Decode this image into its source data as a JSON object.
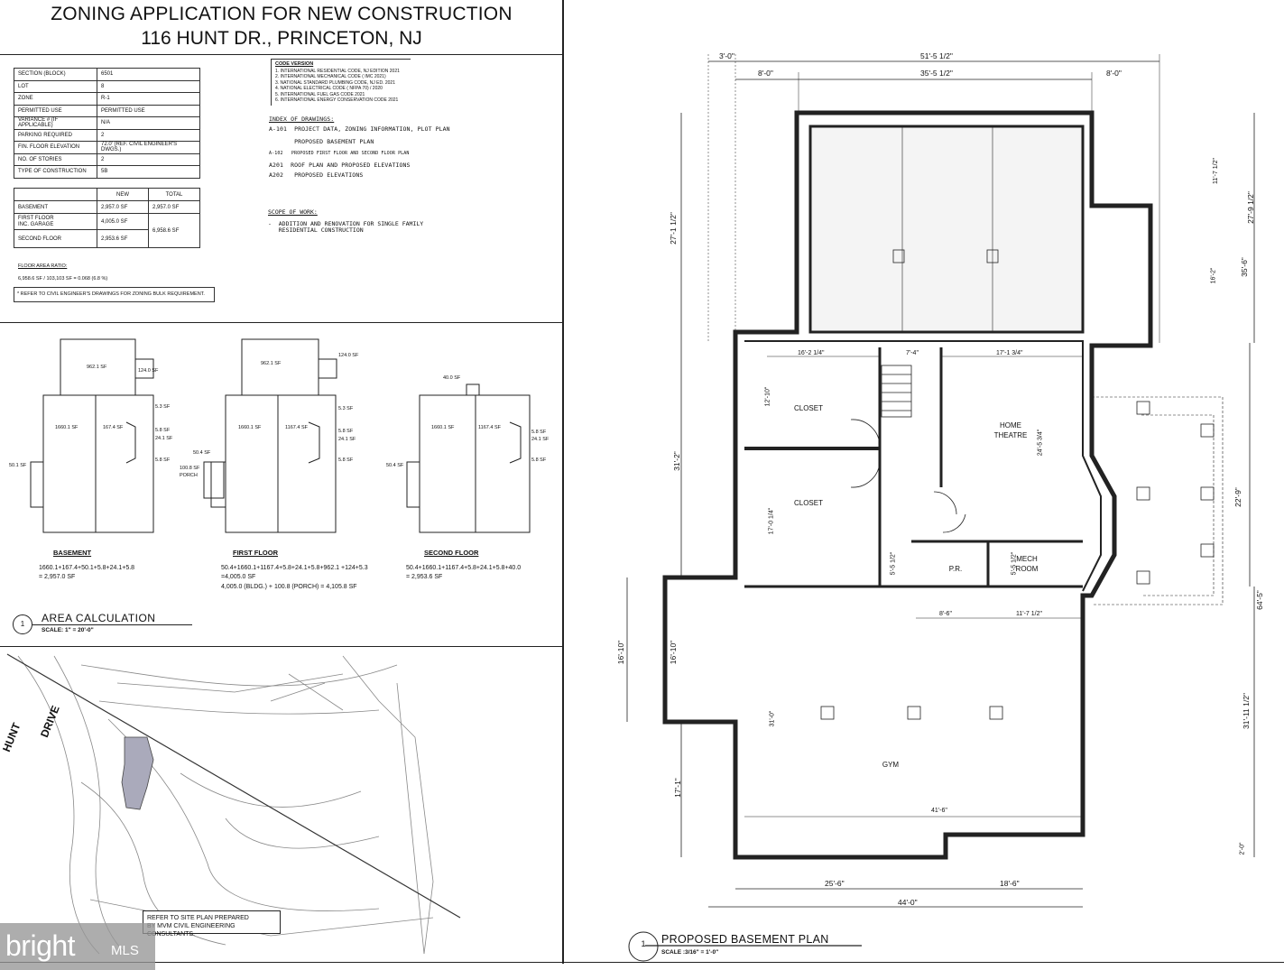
{
  "title": {
    "line1": "ZONING APPLICATION FOR NEW CONSTRUCTION",
    "line2": "116 HUNT DR., PRINCETON, NJ"
  },
  "project_data": [
    {
      "key": "SECTION (BLOCK)",
      "value": "6501"
    },
    {
      "key": "LOT",
      "value": "8"
    },
    {
      "key": "ZONE",
      "value": "R-1"
    },
    {
      "key": "PERMITTED USE",
      "value": "PERMITTED USE"
    },
    {
      "key": "VARIANCE # (IF APPLICABLE)",
      "value": "N/A"
    },
    {
      "key": "PARKING REQUIRED",
      "value": "2"
    },
    {
      "key": "FIN. FLOOR ELEVATION",
      "value": "72.0' (REF. CIVIL ENGINEER'S DWGS.)"
    },
    {
      "key": "NO. OF STORIES",
      "value": "2"
    },
    {
      "key": "TYPE OF CONSTRUCTION",
      "value": "5B"
    }
  ],
  "area_table": {
    "col_new": "NEW",
    "col_total": "TOTAL",
    "basement_label": "BASEMENT",
    "basement_new": "2,957.0 SF",
    "basement_total": "2,957.0 SF",
    "first_label_1": "FIRST FLOOR",
    "first_label_2": "INC. GARAGE",
    "first_new": "4,005.0 SF",
    "upper_total": "6,958.6 SF",
    "second_label": "SECOND FLOOR",
    "second_new": "2,953.6 SF"
  },
  "far": {
    "label": "FLOOR AREA RATIO:",
    "calc": "6,958.6 SF  /  103,103 SF = 0.068 (6.8 %)",
    "note": "* REFER TO CIVIL ENGINEER'S DRAWINGS FOR ZONING BULK REQUIREMENT."
  },
  "code_version": {
    "heading": "CODE VERSION",
    "items": [
      "1.    INTERNATIONAL RESIDENTIAL CODE, NJ EDITION  2021",
      "2.    INTERNATIONAL MECHANICAL CODE  ( IMC 2021)",
      "3.    NATIONAL STANDARD PLUMBING CODE, NJ ED. 2021",
      "4.    NATIONAL ELECTRICAL CODE  ( NFPA 70)  / 2020",
      "5.    INTERNATIONAL FUEL GAS CODE 2021",
      "6.    INTERNATIONAL ENERGY CONSERVATION CODE 2021"
    ]
  },
  "index": {
    "heading": "INDEX OF DRAWINGS:",
    "items": [
      "A-101  PROJECT DATA, ZONING INFORMATION, PLOT PLAN",
      "       PROPOSED BASEMENT PLAN",
      "A-102   PROPOSED FIRST FLOOR AND SECOND FLOOR PLAN",
      "A201  ROOF PLAN AND PROPOSED ELEVATIONS",
      "A202   PROPOSED ELEVATIONS"
    ]
  },
  "scope": {
    "heading": "SCOPE OF WORK:",
    "line1": "-  ADDITION AND RENOVATION FOR SINGLE FAMILY",
    "line2": "   RESIDENTIAL CONSTRUCTION"
  },
  "mini_plans": {
    "basement": {
      "caption": "BASEMENT",
      "eq1": "1660.1+167.4+50.1+5.8+24.1+5.8",
      "eq2": "= 2,957.0 SF",
      "labels": [
        "962.1 SF",
        "124.0 SF",
        "5.3 SF",
        "1660.1 SF",
        "167.4 SF",
        "5.8 SF",
        "24.1 SF",
        "5.8 SF",
        "50.1 SF"
      ]
    },
    "first": {
      "caption": "FIRST FLOOR",
      "eq1": "50.4+1660.1+1167.4+5.8+24.1+5.8+962.1 +124+5.3",
      "eq2": "=4,005.0 SF",
      "eq3": "4,005.0 (BLDG.) + 100.8 (PORCH) = 4,105.8 SF",
      "labels": [
        "962.1 SF",
        "124.0 SF",
        "5.3 SF",
        "1660.1 SF",
        "1167.4 SF",
        "5.8 SF",
        "24.1 SF",
        "5.8 SF",
        "50.4 SF",
        "100.8 SF",
        "PORCH"
      ]
    },
    "second": {
      "caption": "SECOND FLOOR",
      "eq1": "50.4+1660.1+1167.4+5.8+24.1+5.8+40.0",
      "eq2": "= 2,953.6 SF",
      "labels": [
        "40.0 SF",
        "1660.1 SF",
        "1167.4 SF",
        "5.8 SF",
        "24.1 SF",
        "5.8 SF",
        "50.4 SF"
      ]
    }
  },
  "area_calc": {
    "number": "1",
    "title": "AREA  CALCULATION",
    "scale": "SCALE: 1\" = 20'-0\""
  },
  "site": {
    "street1": "HUNT",
    "street2": "DRIVE",
    "note_line1": "REFER TO SITE PLAN PREPARED",
    "note_line2": "BY MVM CIVIL ENGINEERING CONSULTANTS."
  },
  "floor_plan": {
    "number": "1",
    "title": "PROPOSED BASEMENT PLAN",
    "scale": "SCALE :3/16\" = 1'-0\"",
    "rooms": {
      "closet1": "CLOSET",
      "closet2": "CLOSET",
      "theatre_1": "HOME",
      "theatre_2": "THEATRE",
      "pr": "P.R.",
      "mech_1": "MECH",
      "mech_2": "ROOM",
      "gym": "GYM"
    },
    "dims_top": {
      "d1": "3'-0\"",
      "d2": "51'-5 1/2\"",
      "d3": "8'-0\"",
      "d4": "35'-5 1/2\"",
      "d5": "8'-0\""
    },
    "dims_bottom": {
      "d1": "25'-6\"",
      "d2": "18'-6\"",
      "d3": "44'-0\"",
      "gym_width": "41'-6\""
    },
    "dims_left": {
      "d1": "27'-1 1/2\"",
      "d2": "31'-2\"",
      "d3": "16'-10\"",
      "d4": "16'-10\"",
      "d5": "17'-1\"",
      "d6": "31'-0\""
    },
    "dims_right": {
      "d1": "27'-9 1/2\"",
      "d2": "35'-6\"",
      "d3": "64'-5\"",
      "d4": "22'-9\"",
      "d5": "31'-11 1/2\"",
      "d6": "11'-7 1/2\"",
      "d7": "16'-2\"",
      "d8": "2'-0\""
    },
    "dims_inner": {
      "a": "16'-2 1/4\"",
      "b": "7'-4\"",
      "c": "17'-1 3/4\"",
      "d": "12'-10\"",
      "e": "17'-0 1/4\"",
      "f": "24'-5 3/4\"",
      "g": "5'-5 1/2\"",
      "h": "5'-5 1/2\"",
      "i": "8'-6\"",
      "j": "11'-7 1/2\""
    }
  }
}
